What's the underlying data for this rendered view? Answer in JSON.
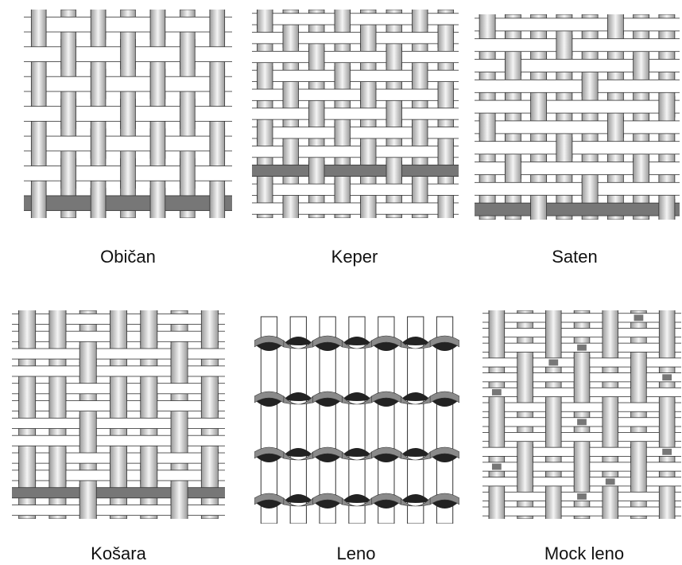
{
  "figure": {
    "weaves": [
      {
        "id": "obican",
        "label": "Običan",
        "pattern": "plain"
      },
      {
        "id": "keper",
        "label": "Keper",
        "pattern": "twill"
      },
      {
        "id": "saten",
        "label": "Saten",
        "pattern": "satin"
      },
      {
        "id": "kosara",
        "label": "Košara",
        "pattern": "basket"
      },
      {
        "id": "leno",
        "label": "Leno",
        "pattern": "leno"
      },
      {
        "id": "mock-leno",
        "label": "Mock leno",
        "pattern": "mock-leno"
      }
    ],
    "colors": {
      "weft": "#ffffff",
      "warp_edge": "#9a9a9a",
      "warp_center": "#f4f4f4",
      "highlight_weft": "#777777",
      "leno_twist": "#222222",
      "leno_warp": "#8a8a8a",
      "outline": "#333333"
    }
  }
}
